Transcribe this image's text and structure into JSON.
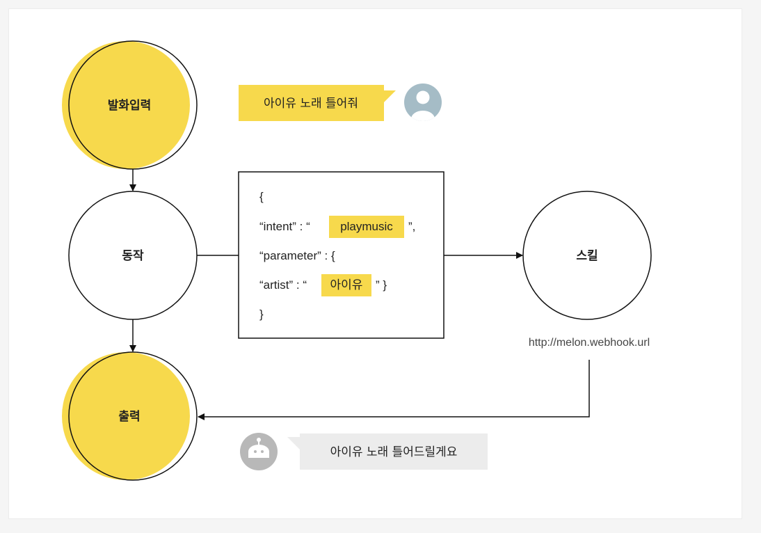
{
  "nodes": {
    "input": "발화입력",
    "action": "동작",
    "skill": "스킬",
    "output": "출력"
  },
  "user_bubble": "아이유 노래 틀어줘",
  "bot_bubble": "아이유 노래 틀어드릴게요",
  "skill_url": "http://melon.webhook.url",
  "code": {
    "open_brace": "{",
    "intent_key": "“intent” : “",
    "intent_value": "playmusic",
    "intent_close": "”,",
    "parameter_line": "“parameter” : {",
    "artist_key": "“artist” : “",
    "artist_value": "아이유",
    "artist_close": "” }",
    "close_brace": "}"
  },
  "colors": {
    "accent_yellow": "#f7d94c",
    "user_avatar": "#a5bcc6",
    "bot_avatar": "#b8b8b8",
    "bot_bubble_bg": "#ececec"
  }
}
